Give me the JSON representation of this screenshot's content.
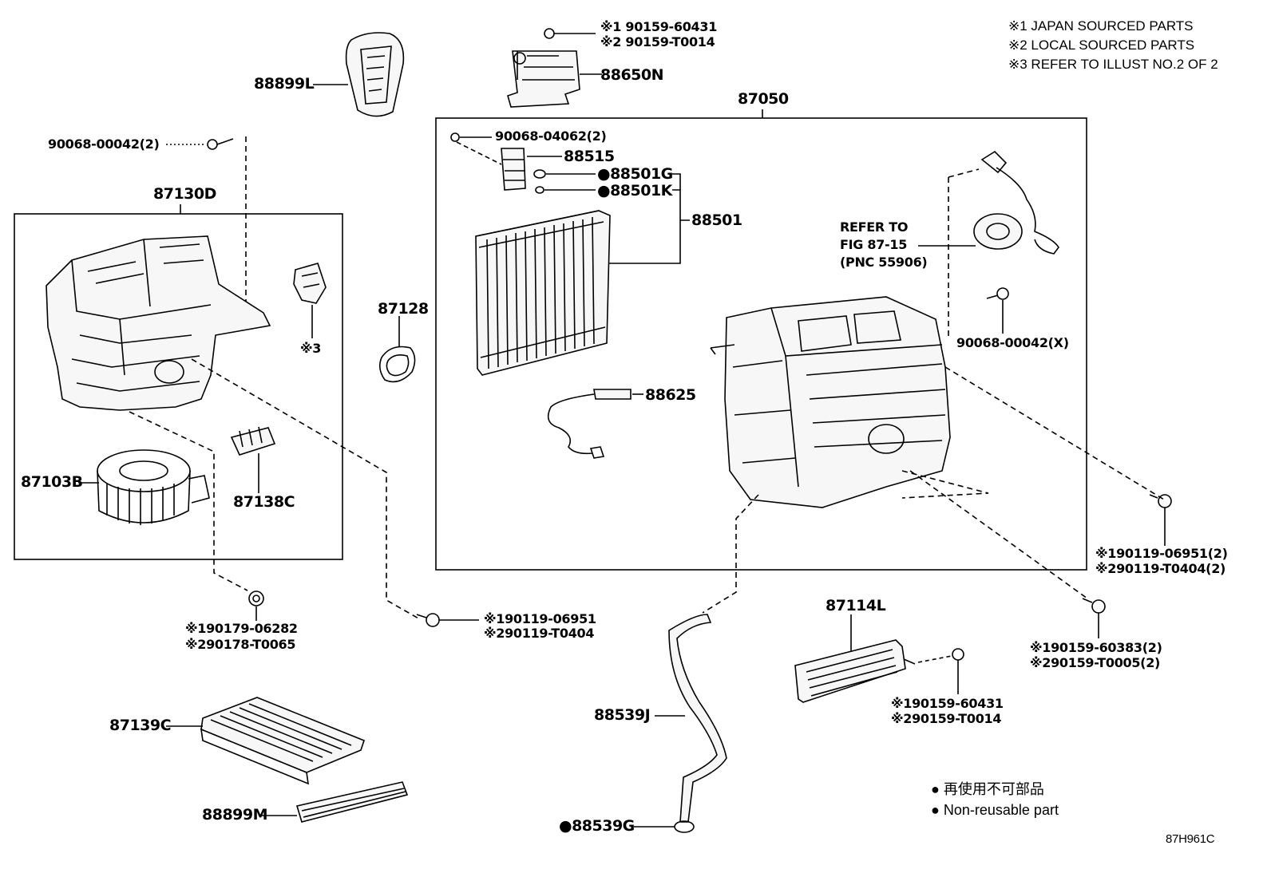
{
  "notes": [
    "※1 JAPAN SOURCED PARTS",
    "※2 LOCAL SOURCED PARTS",
    "※3 REFER TO ILLUST NO.2 OF 2"
  ],
  "legend": {
    "jp": "● 再使用不可部品",
    "en": "● Non-reusable part"
  },
  "diagram_code": "87H961C",
  "parts": {
    "p88899L": "88899L",
    "p90068_00042_2": "90068-00042(2)",
    "p87130D": "87130D",
    "p87103B": "87103B",
    "p87138C": "87138C",
    "ref3": "※3",
    "p190179": "※190179-06282",
    "p290178": "※290178-T0065",
    "p87139C": "87139C",
    "p88899M": "88899M",
    "p87128": "87128",
    "p190119a": "※190119-06951",
    "p290119a": "※290119-T0404",
    "p190159_top": "※1 90159-60431",
    "p290159_top": "※2 90159-T0014",
    "p88650N": "88650N",
    "p87050": "87050",
    "p90068_04062": "90068-04062(2)",
    "p88515": "88515",
    "p88501G": "●88501G",
    "p88501K": "●88501K",
    "p88501": "88501",
    "p88625": "88625",
    "refer1": "REFER TO",
    "refer2": "FIG 87-15",
    "refer3": "(PNC 55906)",
    "p90068_X": "90068-00042(X)",
    "p190119b": "※190119-06951(2)",
    "p290119b": "※290119-T0404(2)",
    "p190159b": "※190159-60383(2)",
    "p290159b": "※290159-T0005(2)",
    "p87114L": "87114L",
    "p190159c": "※190159-60431",
    "p290159c": "※290159-T0014",
    "p88539J": "88539J",
    "p88539G": "●88539G"
  }
}
